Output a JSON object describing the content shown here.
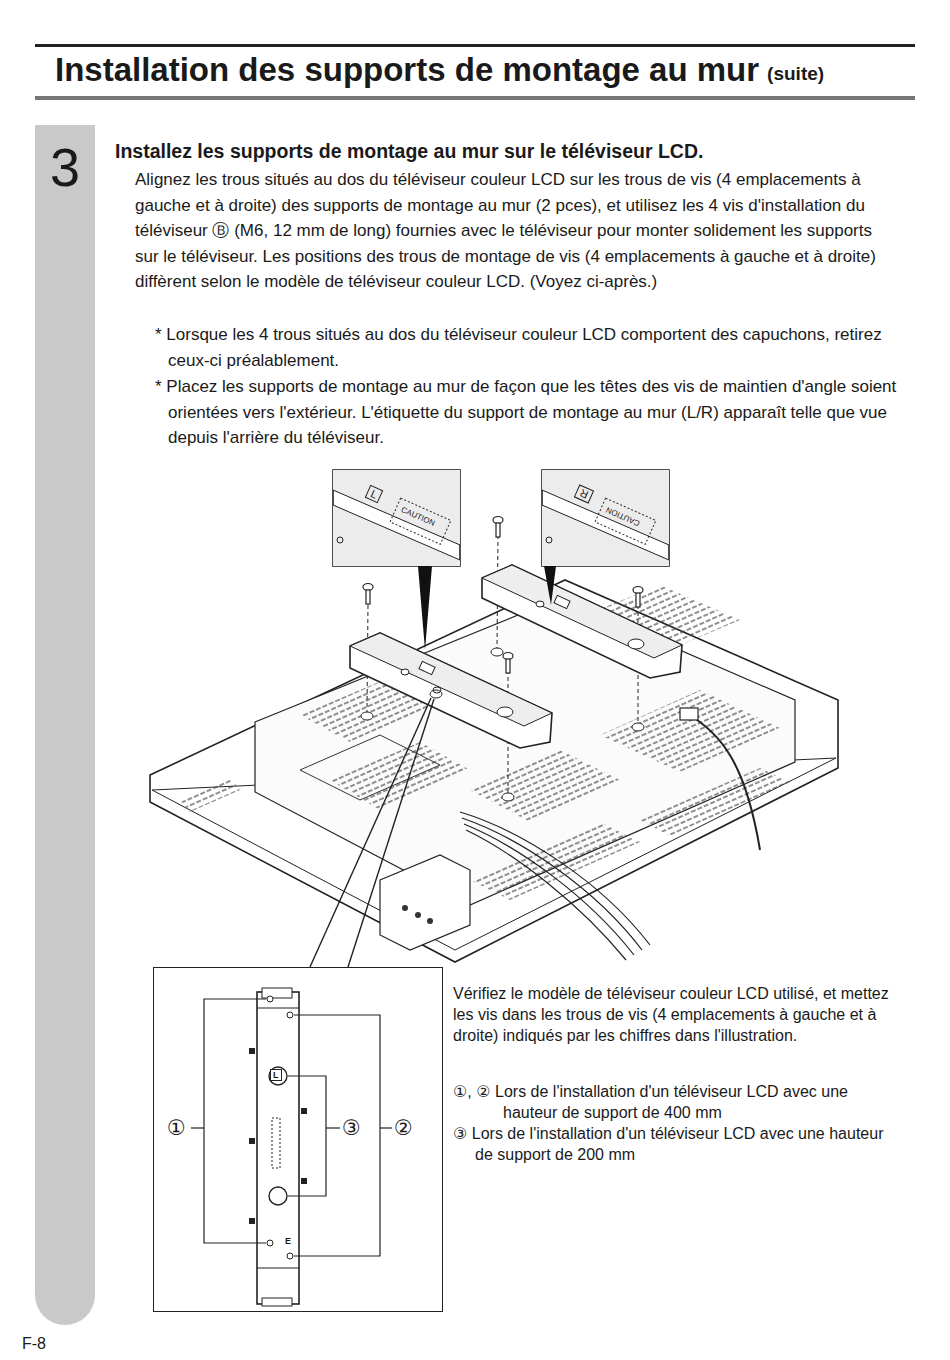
{
  "diagram": {
    "title": "Installation des supports de montage au mur",
    "nodes": [
      {
        "text": [
          "3"
        ]
      },
      {
        "text": [
          "①",
          "③",
          "②"
        ]
      }
    ],
    "labels": [
      "(suite)",
      "Installez les supports de montage au mur sur le téléviseur LCD.",
      "Alignez les trous situés au dos du téléviseur couleur LCD sur les trous de vis (4 emplacements à gauche et à droite) des supports de montage au mur (2 pces), et utilisez les 4 vis d'installation du téléviseur Ⓑ (M6, 12 mm de long) fournies avec le téléviseur pour monter solidement les supports sur le téléviseur. Les positions des trous de montage de vis (4 emplacements à gauche et à droite) diffèrent selon le modèle de téléviseur couleur LCD. (Voyez ci-après.)",
      "* Lorsque les 4 trous situés au dos du téléviseur couleur LCD comportent des capuchons, retirez ceux-ci préalablement.",
      "* Placez les supports de montage au mur de façon que les têtes des vis de maintien d'angle soient orientées vers l'extérieur. L'étiquette du support de montage au mur (L/R) apparaît telle que vue depuis l'arrière du téléviseur.",
      "L",
      "CAUTION",
      "R",
      "CAUTION",
      "L",
      "E",
      "Vérifiez le modèle de téléviseur couleur LCD utilisé, et mettez les vis dans les trous de vis (4 emplacements à gauche et à droite) indiqués par les chiffres dans l'illustration.",
      "①, ② Lors de l'installation d'un téléviseur LCD avec une hauteur de support de 400 mm",
      "③ Lors de l'installation d'un téléviseur LCD avec une hauteur de support de 200 mm",
      "F-8"
    ]
  }
}
